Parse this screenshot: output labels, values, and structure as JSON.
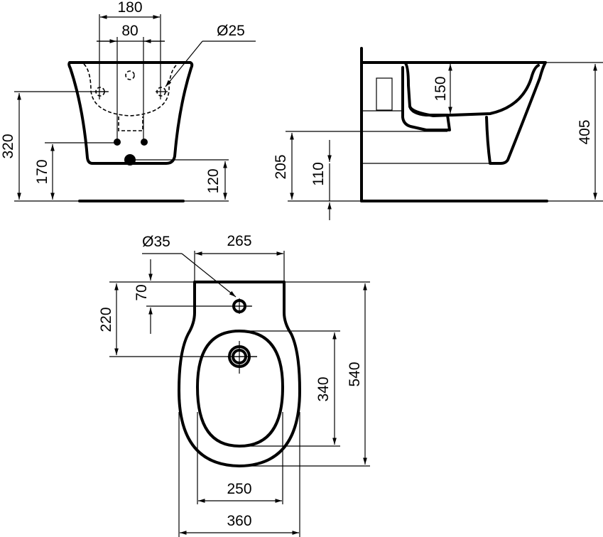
{
  "drawing": {
    "subject": "Wall-hung bidet dimension drawing",
    "units": "mm",
    "front_view": {
      "dim_outer_tap_spacing": "180",
      "dim_inner_tap_spacing": "80",
      "dim_hole_diameter": "Ø25",
      "dim_height_supply": "320",
      "dim_height_fixing": "170",
      "dim_height_waste": "120"
    },
    "side_view": {
      "dim_bowl_depth": "150",
      "dim_total_height": "405",
      "dim_height_inlet": "205",
      "dim_height_waste": "110"
    },
    "top_view": {
      "dim_tap_hole_diameter": "Ø35",
      "dim_back_width": "265",
      "dim_tap_hole_offset": "70",
      "dim_waste_offset": "220",
      "dim_bowl_length": "340",
      "dim_total_length": "540",
      "dim_bowl_width": "250",
      "dim_total_width": "360"
    },
    "colors": {
      "line": "#000000",
      "background": "#ffffff"
    }
  }
}
